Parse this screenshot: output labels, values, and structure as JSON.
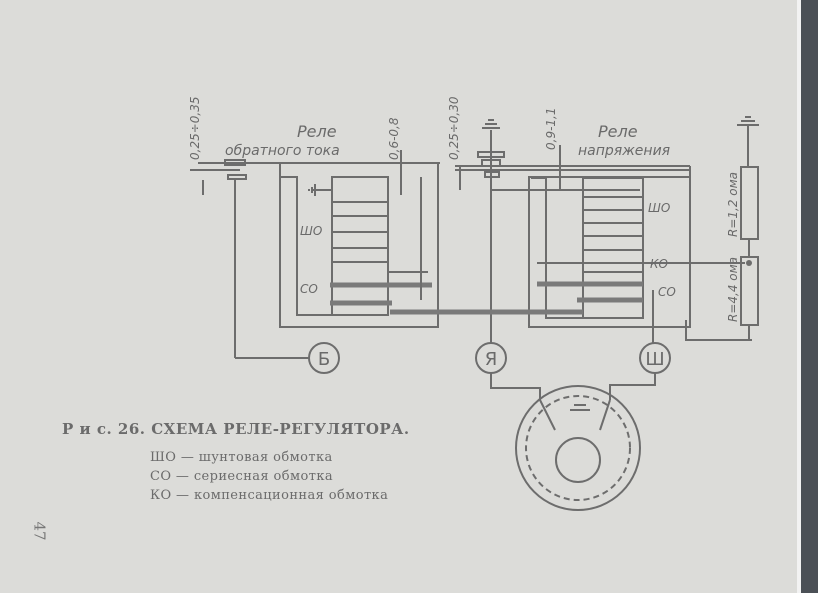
{
  "figure": {
    "caption": "Р и с.  26.  СХЕМА РЕЛЕ-РЕГУЛЯТОРА.",
    "legend": [
      "ШО — шунтовая обмотка",
      "СО — сериесная обмотка",
      "КО — компенсационная обмотка"
    ],
    "page_number": "47"
  },
  "diagram": {
    "relay1": {
      "title": "Реле",
      "subtitle": "обратного тока",
      "gap1": "0,25÷0,35",
      "gap2": "0,6-0,8",
      "sho": "ШО",
      "so": "СО"
    },
    "relay2": {
      "title": "Реле",
      "subtitle": "напряжения",
      "gap1": "0,25÷0,30",
      "gap2": "0,9-1,1",
      "sho": "ШО",
      "ko": "КО",
      "so": "СО"
    },
    "r1": "R=1,2 ома",
    "r2": "R=4,4 ома",
    "terminals": {
      "b": "Б",
      "ya": "Я",
      "sh": "Ш"
    }
  },
  "colors": {
    "page": "#dcdcd9",
    "ink": "#6d6d6d",
    "frame": "#4b5056"
  }
}
